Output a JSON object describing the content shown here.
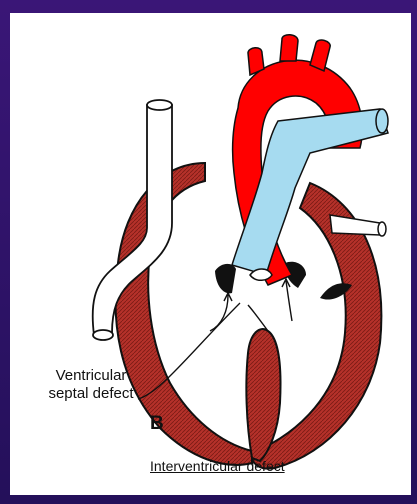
{
  "labels": {
    "vsd_line1": "Ventricular",
    "vsd_line2": "septal defect",
    "panel_letter": "B",
    "caption": "Interventricular defect"
  },
  "colors": {
    "background": "#2b0f63",
    "aorta": "#ff0000",
    "pulmonary": "#a6dbf0",
    "myocardium": "#b5312a",
    "outline": "#111111"
  }
}
